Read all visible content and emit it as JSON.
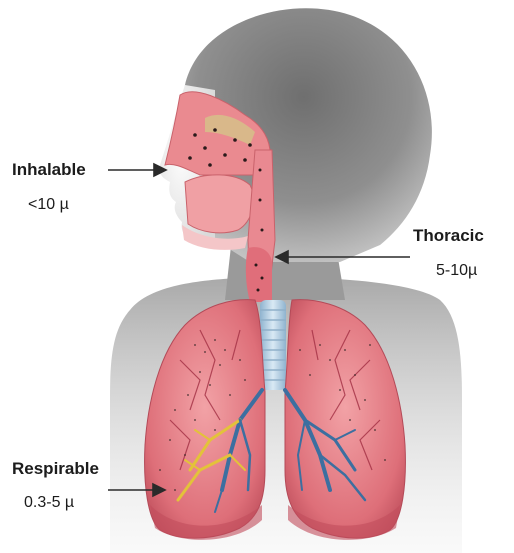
{
  "labels": {
    "inhalable": {
      "title": "Inhalable",
      "size": "<10 µ"
    },
    "thoracic": {
      "title": "Thoracic",
      "size": "5-10µ"
    },
    "respirable": {
      "title": "Respirable",
      "size": "0.3-5 µ"
    }
  },
  "colors": {
    "head_silhouette": "#8a8a8a",
    "tissue_pink": "#e77f86",
    "lung_pink": "#dd6d78",
    "trachea_blue": "#b9d2e4",
    "arrow": "#2a2a2a",
    "bronchi_blue": "#3c6fa0",
    "bronchi_yellow": "#e3c23a"
  }
}
